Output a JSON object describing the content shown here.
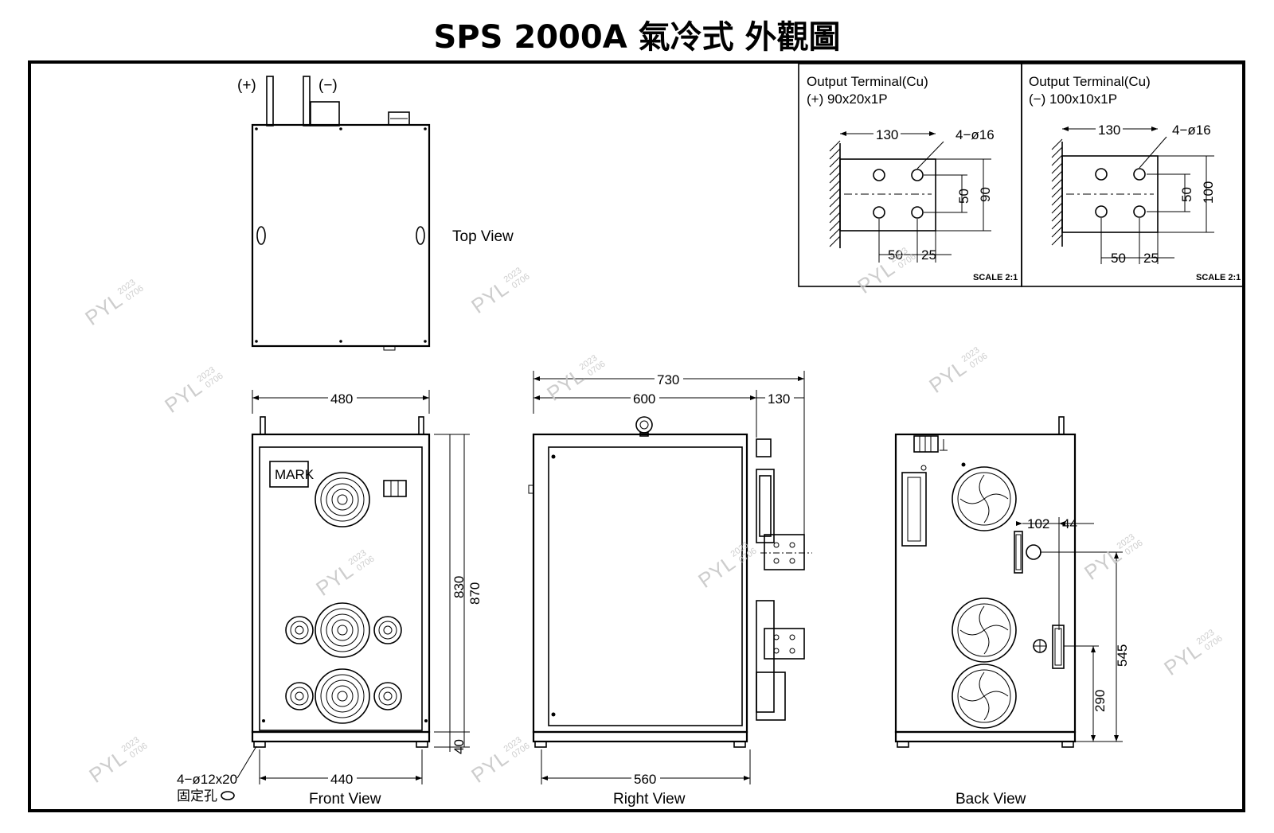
{
  "title": "SPS 2000A 氣冷式 外觀圖",
  "views": {
    "top_view": "Top View",
    "front_view": "Front View",
    "right_view": "Right View",
    "back_view": "Back View"
  },
  "terminals": {
    "positive_label": "(+)",
    "negative_label": "(−)",
    "pos_detail": {
      "line1": "Output Terminal(Cu)",
      "line2": "(+) 90x20x1P",
      "dim_130": "130",
      "holes": "4−ø16",
      "dim_50v": "50",
      "dim_90": "90",
      "dim_50h": "50",
      "dim_25": "25",
      "scale": "SCALE 2:1"
    },
    "neg_detail": {
      "line1": "Output Terminal(Cu)",
      "line2": "(−) 100x10x1P",
      "dim_130": "130",
      "holes": "4−ø16",
      "dim_50v": "50",
      "dim_100": "100",
      "dim_50h": "50",
      "dim_25": "25",
      "scale": "SCALE 2:1"
    }
  },
  "front": {
    "width_480": "480",
    "height_830": "830",
    "height_870": "870",
    "base_40": "40",
    "bottom_440": "440",
    "mark": "MARK",
    "holes_note": "4−ø12x20",
    "holes_note2": "固定孔"
  },
  "right": {
    "width_730": "730",
    "width_600": "600",
    "width_130": "130",
    "bottom_560": "560"
  },
  "back": {
    "dim_102": "102",
    "dim_44": "44",
    "dim_545": "545",
    "dim_290": "290"
  },
  "watermark": {
    "text": "PYL",
    "date_1": "2023",
    "date_2": "0706"
  }
}
